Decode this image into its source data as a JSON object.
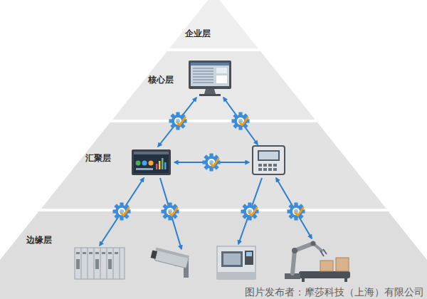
{
  "diagram": {
    "nodes": [
      {
        "text": [
          "企业层"
        ]
      },
      {
        "text": [
          "核心层"
        ]
      },
      {
        "text": [
          "汇聚层"
        ]
      },
      {
        "text": [
          "边缘层"
        ]
      }
    ],
    "labels": [
      "图片发布者：摩莎科技（上海）有限公司"
    ]
  }
}
